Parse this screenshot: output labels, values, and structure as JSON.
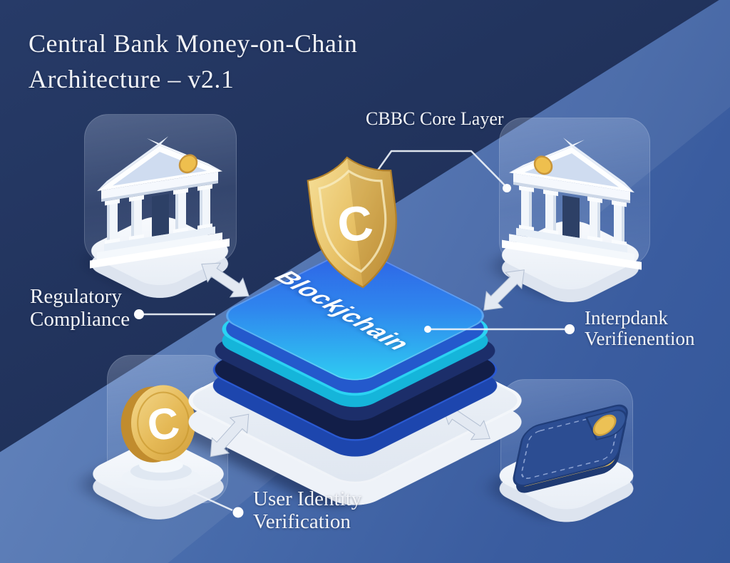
{
  "title": {
    "line1": "Central Bank Money-on-Chain",
    "line2": "Architecture – v2.1"
  },
  "core_layer": {
    "label": "CBBC Core Layer"
  },
  "stack": {
    "top_label": "Blockjchain"
  },
  "shield": {
    "letter": "C"
  },
  "coin": {
    "letter": "C"
  },
  "callouts": {
    "regulatory": {
      "line1": "Regulatory",
      "line2": "Compliance"
    },
    "interbank": {
      "line1": "Interpdank",
      "line2": "Verifienention"
    },
    "user_identity": {
      "line1": "User Identity",
      "line2": "Verification"
    }
  },
  "colors": {
    "background_dark_navy": "#1F3058",
    "background_light_blue": "#4B6FAE",
    "layer_royal_blue": "#2A5AD4",
    "layer_navy": "#1C2E6A",
    "layer_cyan": "#2BD3F3",
    "top_layer_gradient_start": "#2E5FE4",
    "top_layer_gradient_end": "#2FD2F2",
    "platform_white": "#F2F6FB",
    "gold": "#E3B95B",
    "wallet_navy": "#2C4D92",
    "label_text": "#F2F4F8"
  }
}
